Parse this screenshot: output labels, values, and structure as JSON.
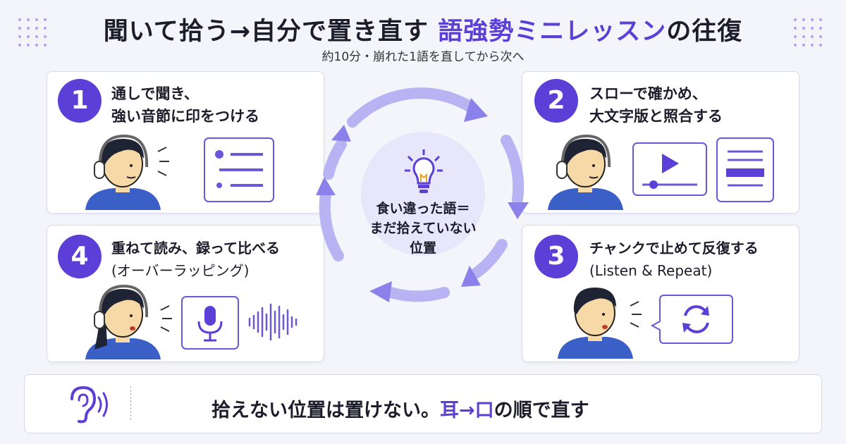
{
  "header": {
    "title_main": "聞いて拾う→自分で置き直す ",
    "title_accent": "語強勢ミニレッスン",
    "title_tail": "の往復",
    "subtitle": "約10分・崩れた1語を直してから次へ"
  },
  "cards": [
    {
      "number": "1",
      "lines": [
        "通しで聞き、",
        "強い音節に印をつける"
      ]
    },
    {
      "number": "2",
      "lines": [
        "スローで確かめ、",
        "大文字版と照合する"
      ]
    },
    {
      "number": "3",
      "lines": [
        "チャンクで止めて反復する",
        "(Listen & Repeat)"
      ]
    },
    {
      "number": "4",
      "lines": [
        "重ねて読み、録って比べる",
        "(オーバーラッピング)"
      ]
    }
  ],
  "center": {
    "lines": [
      "食い違った語＝",
      "まだ拾えていない",
      "位置"
    ]
  },
  "footer": {
    "text_main": "拾えない位置は置けない。",
    "text_accent": "耳→口",
    "text_tail": "の順で直す"
  },
  "colors": {
    "accent": "#5b3fd6",
    "light": "#e8e6fb",
    "card_border": "#d9d8ee"
  },
  "icons": [
    "ear-icon",
    "lightbulb-icon",
    "headphones-icon",
    "play-icon",
    "microphone-icon",
    "repeat-icon",
    "waveform-icon",
    "document-icon",
    "list-icon"
  ]
}
